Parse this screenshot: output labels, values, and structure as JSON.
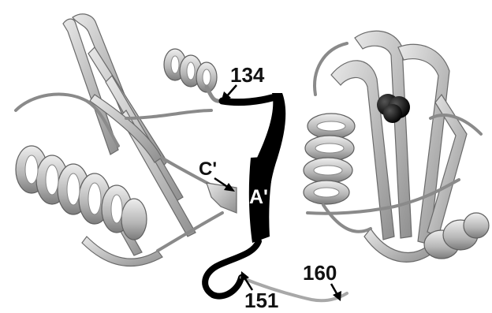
{
  "figure": {
    "labels": {
      "residue_134": "134",
      "residue_151": "151",
      "residue_160": "160",
      "strand_a_prime": "A'",
      "strand_c_prime": "C'"
    },
    "colors": {
      "ribbon_fill": "#cfcfcf",
      "ribbon_edge": "#6a6a6a",
      "highlight_strand": "#000000",
      "background": "#ffffff"
    }
  }
}
